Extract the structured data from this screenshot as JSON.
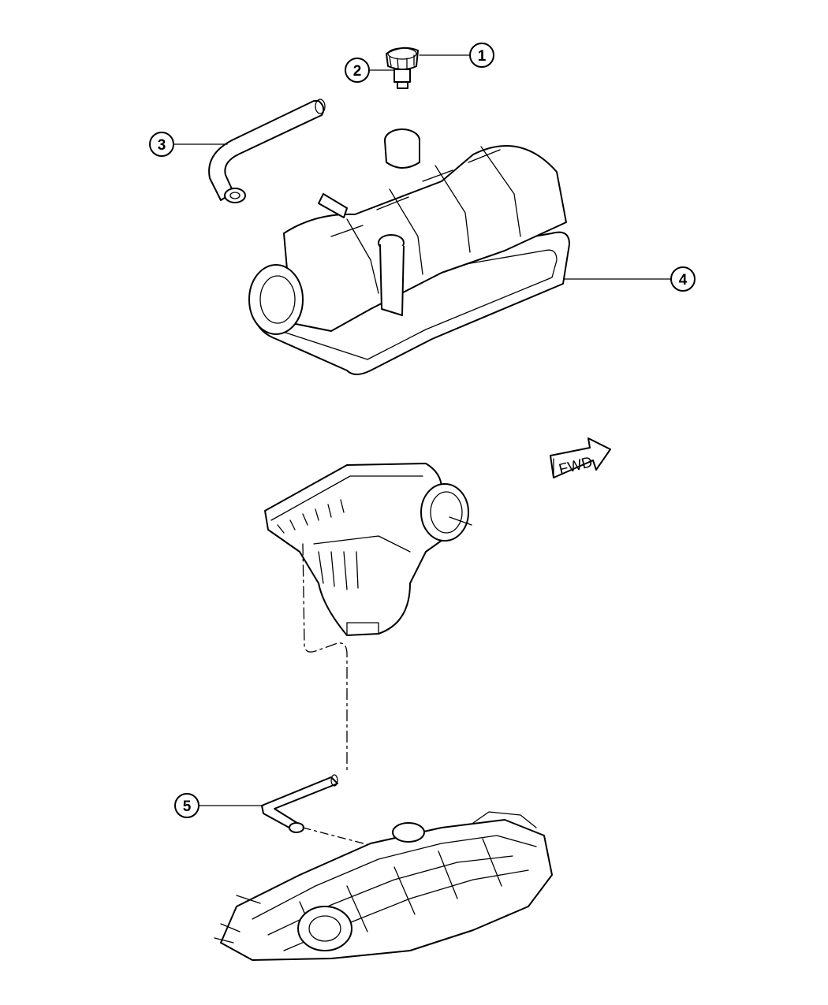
{
  "callouts": [
    {
      "number": "1"
    },
    {
      "number": "2"
    },
    {
      "number": "3"
    },
    {
      "number": "4"
    },
    {
      "number": "5"
    }
  ],
  "direction_arrow": {
    "label": "FWD"
  }
}
